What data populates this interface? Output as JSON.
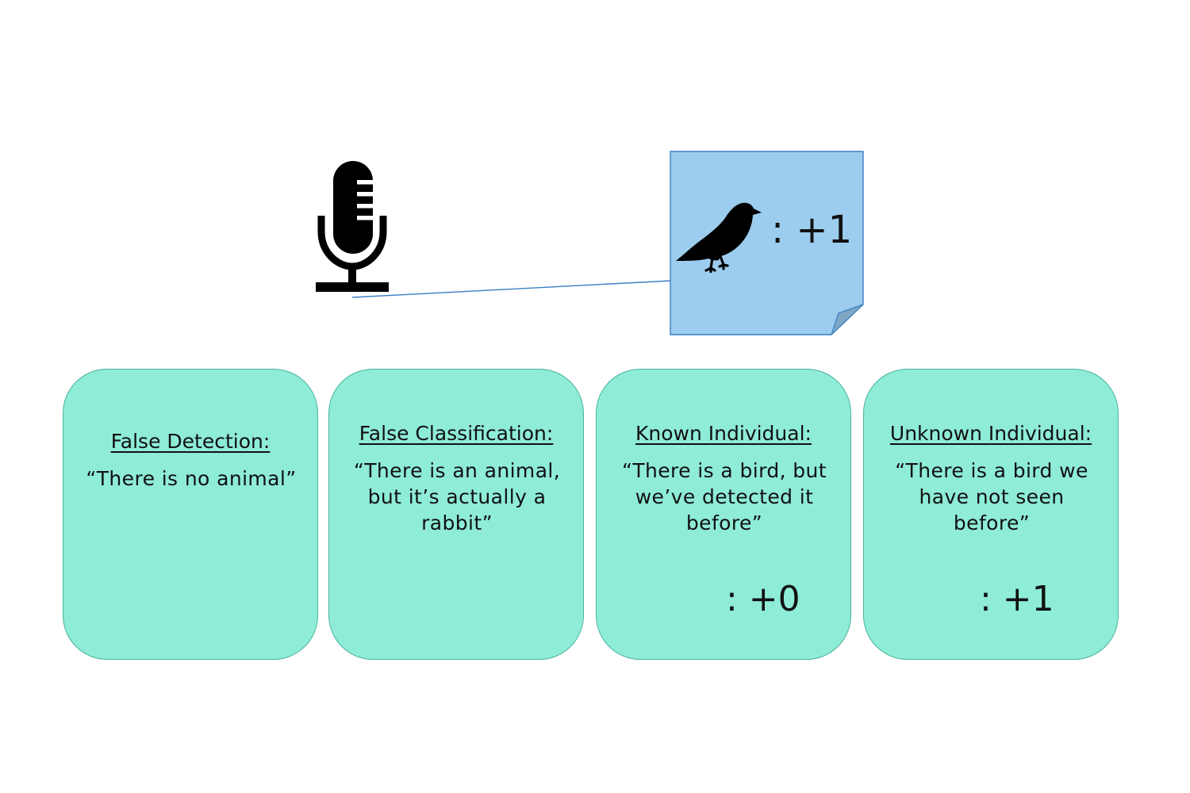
{
  "note": {
    "score": ": +1",
    "icon": "bird-icon",
    "color": "#9dcdee"
  },
  "microphone": {
    "icon": "microphone-icon"
  },
  "cards": [
    {
      "title": "False Detection:",
      "quote": "“There is no animal”",
      "icon": "cross-icon"
    },
    {
      "title": "False Classification:",
      "quote": "“There is an animal, but it’s actually a rabbit”",
      "icon": "rabbit-icon"
    },
    {
      "title": "Known Individual:",
      "quote": "“There is a bird, but we’ve detected it before”",
      "icon": "bird-icon",
      "score": ": +0"
    },
    {
      "title": "Unknown Individual:",
      "quote": "“There is a bird we have not seen before”",
      "icon": "bird-icon",
      "score": ": +1"
    }
  ],
  "colors": {
    "card_fill": "#8eecd7",
    "card_border": "#4cb39d",
    "note_fill": "#9dcdee",
    "connector": "#3b7fc4"
  }
}
